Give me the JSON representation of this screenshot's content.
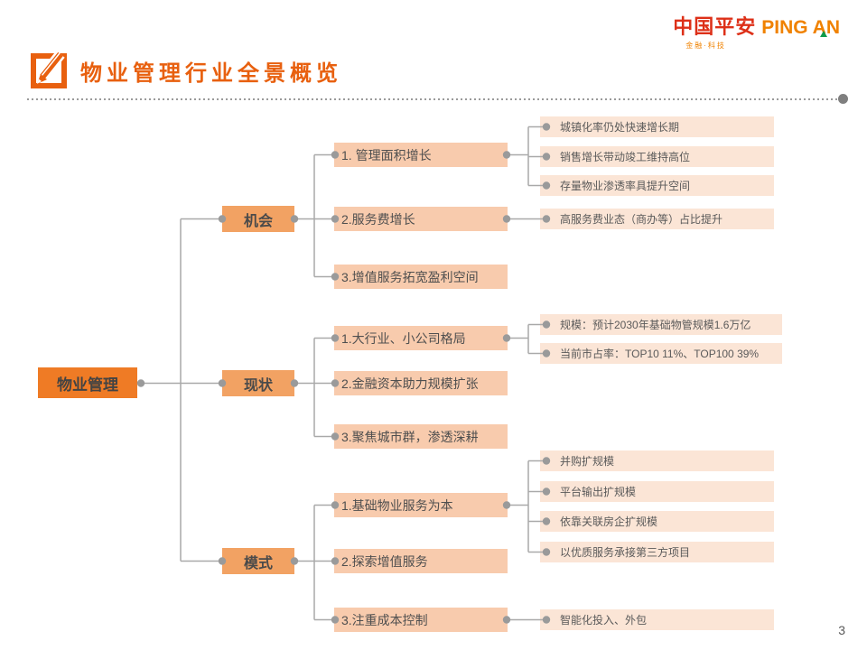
{
  "logo": {
    "cn": "中国平安",
    "en": "PING AN",
    "sub": "金融·科技"
  },
  "header": {
    "title": "物业管理行业全景概览",
    "icon": "pencil-edit-icon"
  },
  "footer": {
    "page_number": "3"
  },
  "colors": {
    "brand_red": "#dd3018",
    "brand_orange": "#f08200",
    "title_orange": "#e8600f",
    "root_fill": "#ef7b25",
    "branch_fill": "#f2a263",
    "item_fill": "#f8cbad",
    "leaf_fill": "#fbe5d6",
    "connector_gray": "#a9a9a9"
  },
  "tree": {
    "root": "物业管理",
    "branches": [
      {
        "label": "机会",
        "items": [
          {
            "label": "1. 管理面积增长",
            "children": [
              "城镇化率仍处快速增长期",
              "销售增长带动竣工维持高位",
              "存量物业渗透率具提升空间"
            ]
          },
          {
            "label": "2.服务费增长",
            "children": [
              "高服务费业态（商办等）占比提升"
            ]
          },
          {
            "label": "3.增值服务拓宽盈利空间",
            "children": []
          }
        ]
      },
      {
        "label": "现状",
        "items": [
          {
            "label": "1.大行业、小公司格局",
            "children": [
              "规模：预计2030年基础物管规模1.6万亿",
              "当前市占率：TOP10 11%、TOP100 39%"
            ]
          },
          {
            "label": "2.金融资本助力规模扩张",
            "children": []
          },
          {
            "label": "3.聚焦城市群，渗透深耕",
            "children": []
          }
        ]
      },
      {
        "label": "模式",
        "items": [
          {
            "label": "1.基础物业服务为本",
            "children": [
              "并购扩规模",
              "平台输出扩规模",
              "依靠关联房企扩规模",
              "以优质服务承接第三方项目"
            ]
          },
          {
            "label": "2.探索增值服务",
            "children": []
          },
          {
            "label": "3.注重成本控制",
            "children": [
              "智能化投入、外包"
            ]
          }
        ]
      }
    ]
  }
}
